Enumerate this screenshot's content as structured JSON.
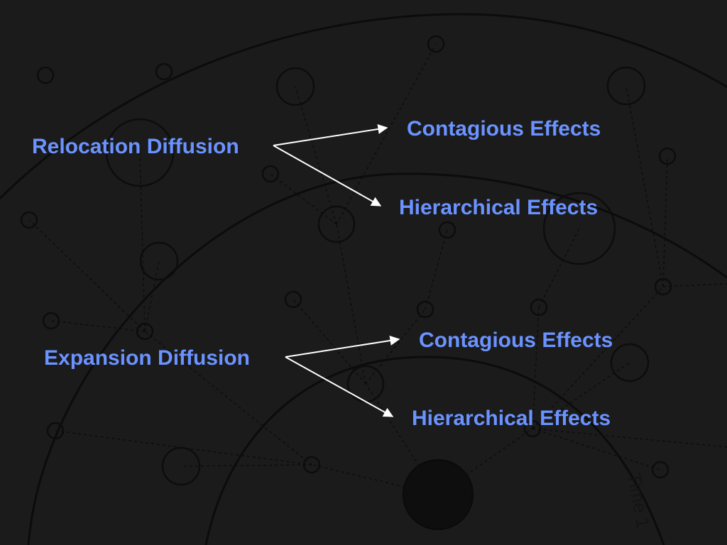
{
  "diagram": {
    "relocation": {
      "title": "Relocation Diffusion",
      "contagious": "Contagious Effects",
      "hierarchical": "Hierarchical Effects"
    },
    "expansion": {
      "title": "Expansion Diffusion",
      "contagious": "Contagious Effects",
      "hierarchical": "Hierarchical Effects"
    },
    "background_time_label": "Time 1"
  },
  "colors": {
    "background": "#1b1b1c",
    "label_text": "#6b93ff",
    "arrows": "#ffffff",
    "background_lines": "#0a0a0a"
  }
}
